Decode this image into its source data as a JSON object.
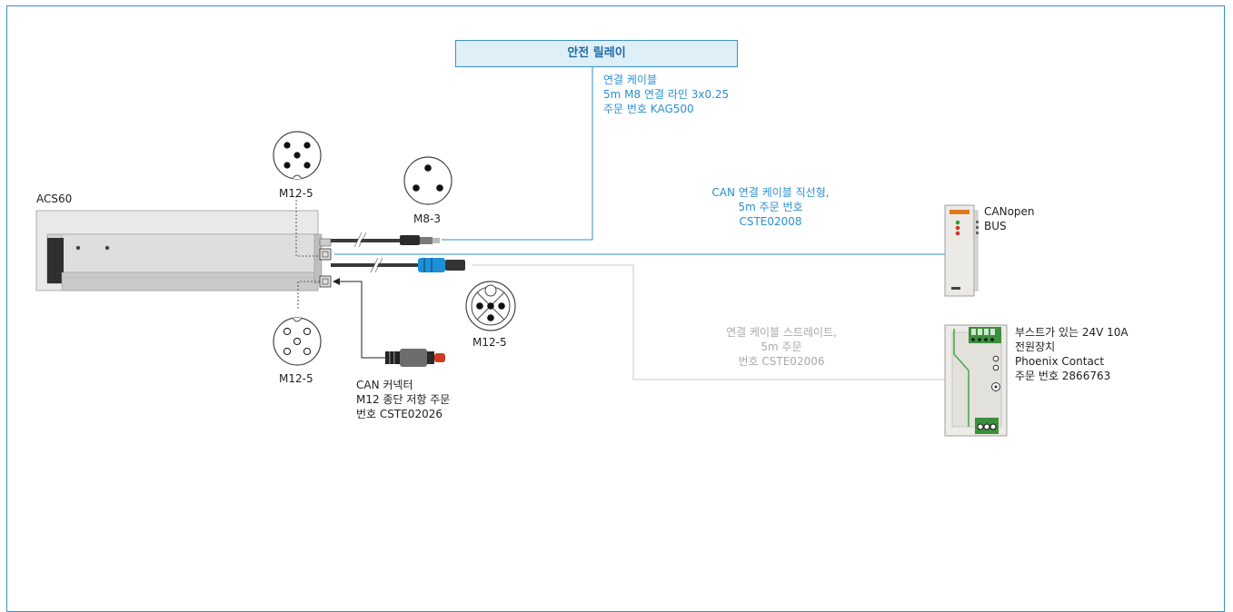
{
  "device_label": "ACS60",
  "safety_relay": {
    "title": "안전 릴레이"
  },
  "connection_cable": {
    "line1": "연결 케이블",
    "line2": "5m M8 연결 라인 3x0.25",
    "line3": "주문 번호 KAG500"
  },
  "connectors": {
    "m12_top": "M12-5",
    "m8": "M8-3",
    "m12_bottom": "M12-5",
    "m12_right": "M12-5"
  },
  "can_straight_cable": {
    "line1": "CAN 연결 케이블 직선형,",
    "line2": "5m 주문 번호",
    "line3": "CSTE02008"
  },
  "canopen": {
    "line1": "CANopen",
    "line2": "BUS"
  },
  "power_cable": {
    "line1": "연결 케이블 스트레이트,",
    "line2": "5m 주문",
    "line3": "번호 CSTE02006"
  },
  "can_connector": {
    "line1": "CAN 커넥터",
    "line2": "M12 종단 저항 주문",
    "line3": "번호 CSTE02026"
  },
  "power_supply": {
    "line1": "부스트가 있는 24V 10A",
    "line2": "전원장치",
    "line3": "Phoenix Contact",
    "line4": "주문 번호 2866763"
  },
  "colors": {
    "accent_blue": "#2a8fd0",
    "frame_blue": "#3b8fc9",
    "relay_fill": "#dfeff8",
    "grey_line": "#c8c8c8"
  }
}
